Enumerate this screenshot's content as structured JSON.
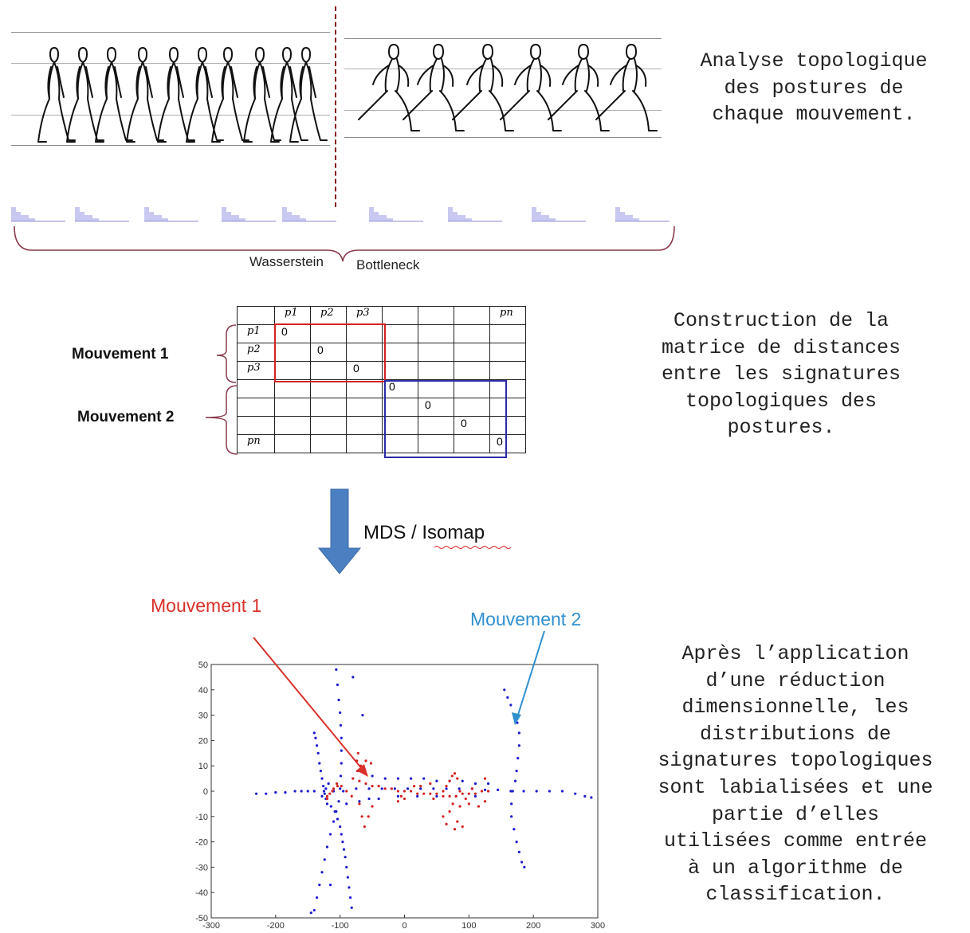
{
  "header": {
    "description": "Analyse topologique des postures de chaque mouvement.",
    "lines": [
      "Analyse topologique",
      "des postures de",
      "chaque mouvement."
    ]
  },
  "brace_labels": {
    "left": "Wasserstein",
    "right": "Bottleneck"
  },
  "matrix_section": {
    "movement_1_label": "Mouvement 1",
    "movement_2_label": "Mouvement 2",
    "column_headers": [
      "",
      "p1",
      "p2",
      "p3",
      "",
      "",
      "",
      "pn"
    ],
    "row_labels": [
      "p1",
      "p2",
      "p3",
      "",
      "",
      "",
      "pn"
    ],
    "diagonal_value": "0",
    "description_lines": [
      "Construction de la",
      "matrice de distances",
      "entre les signatures",
      "topologiques des",
      "postures."
    ]
  },
  "arrow_label": "MDS / Isomap",
  "plot_section": {
    "movement_1_label": "Mouvement 1",
    "movement_2_label": "Mouvement 2",
    "description_lines": [
      "Après l’application",
      "d’une réduction",
      "dimensionnelle, les",
      "distributions de",
      "signatures topologiques",
      "sont labialisées et une",
      "partie d’elles",
      "utilisées comme entrée",
      "à un algorithme de",
      "classification."
    ]
  },
  "colors": {
    "movement_1": "#d9302a",
    "movement_2": "#2f8fcf",
    "matrix_box_1": "#d42020",
    "matrix_box_2": "#2a2aa8",
    "points_blue": "#1a1ad0",
    "points_red": "#d42020",
    "arrow_fill": "#4a7fc1"
  },
  "chart_data": {
    "type": "scatter",
    "xlim": [
      -300,
      300
    ],
    "ylim": [
      -50,
      50
    ],
    "xticks": [
      -300,
      -200,
      -100,
      0,
      100,
      200,
      300
    ],
    "yticks": [
      50,
      40,
      30,
      20,
      10,
      0,
      -10,
      -20,
      -30,
      -40,
      -50
    ],
    "grid": false,
    "series": [
      {
        "name": "Mouvement 2",
        "color": "#1a1ad0",
        "points": [
          [
            -230,
            -1
          ],
          [
            -215,
            -1
          ],
          [
            -200,
            -0.5
          ],
          [
            -185,
            -0.5
          ],
          [
            -170,
            0
          ],
          [
            -160,
            0
          ],
          [
            -150,
            0
          ],
          [
            -140,
            0
          ],
          [
            -125,
            0
          ],
          [
            -110,
            0
          ],
          [
            -95,
            0
          ],
          [
            -75,
            1
          ],
          [
            -55,
            1
          ],
          [
            -35,
            1
          ],
          [
            -15,
            1
          ],
          [
            5,
            1
          ],
          [
            25,
            1
          ],
          [
            45,
            1
          ],
          [
            65,
            1
          ],
          [
            85,
            1
          ],
          [
            105,
            1
          ],
          [
            125,
            0.5
          ],
          [
            145,
            0.5
          ],
          [
            165,
            0
          ],
          [
            185,
            0
          ],
          [
            205,
            0
          ],
          [
            225,
            0
          ],
          [
            245,
            0
          ],
          [
            265,
            -1
          ],
          [
            280,
            -2
          ],
          [
            290,
            -2.5
          ],
          [
            -140,
            23
          ],
          [
            -138,
            21
          ],
          [
            -136,
            18
          ],
          [
            -134,
            15
          ],
          [
            -132,
            11
          ],
          [
            -130,
            8
          ],
          [
            -128,
            5
          ],
          [
            -126,
            2
          ],
          [
            -124,
            -1
          ],
          [
            -122,
            -3
          ],
          [
            -120,
            -5
          ],
          [
            -114,
            -6
          ],
          [
            -108,
            -8
          ],
          [
            -104,
            -11
          ],
          [
            -100,
            -14
          ],
          [
            -98,
            -17
          ],
          [
            -96,
            -20
          ],
          [
            -94,
            -23
          ],
          [
            -92,
            -26
          ],
          [
            -90,
            -30
          ],
          [
            -88,
            -34
          ],
          [
            -86,
            -38
          ],
          [
            -84,
            -42
          ],
          [
            -82,
            -46
          ],
          [
            -106,
            48
          ],
          [
            -104,
            42
          ],
          [
            -102,
            36
          ],
          [
            -100,
            31
          ],
          [
            -99,
            26
          ],
          [
            -98,
            21
          ],
          [
            -98,
            16
          ],
          [
            -98,
            11
          ],
          [
            -99,
            6
          ],
          [
            -100,
            1
          ],
          [
            -102,
            -4
          ],
          [
            -106,
            -8
          ],
          [
            -110,
            -12
          ],
          [
            -115,
            -17
          ],
          [
            -120,
            -22
          ],
          [
            -124,
            -27
          ],
          [
            -128,
            -32
          ],
          [
            -132,
            -37
          ],
          [
            -136,
            -42
          ],
          [
            -140,
            -47
          ],
          [
            -145,
            -48
          ],
          [
            155,
            40
          ],
          [
            160,
            37
          ],
          [
            165,
            34
          ],
          [
            170,
            30
          ],
          [
            175,
            27
          ],
          [
            178,
            23
          ],
          [
            178,
            18
          ],
          [
            176,
            13
          ],
          [
            174,
            8
          ],
          [
            172,
            4
          ],
          [
            168,
            0
          ],
          [
            166,
            -5
          ],
          [
            166,
            -10
          ],
          [
            170,
            -15
          ],
          [
            174,
            -20
          ],
          [
            178,
            -24
          ],
          [
            182,
            -28
          ],
          [
            186,
            -30
          ],
          [
            -128,
            -2
          ],
          [
            -122,
            1
          ],
          [
            -118,
            3
          ],
          [
            -70,
            8
          ],
          [
            -50,
            6
          ],
          [
            -30,
            5
          ],
          [
            -10,
            5
          ],
          [
            10,
            5
          ],
          [
            30,
            5
          ],
          [
            50,
            4
          ],
          [
            70,
            4
          ],
          [
            90,
            4
          ],
          [
            110,
            3
          ],
          [
            130,
            3
          ],
          [
            -90,
            -5
          ],
          [
            -70,
            -4
          ],
          [
            -40,
            -3
          ],
          [
            -10,
            -2
          ],
          [
            20,
            -2
          ],
          [
            50,
            -2
          ],
          [
            80,
            -2
          ],
          [
            110,
            -2
          ],
          [
            -80,
            45
          ],
          [
            -115,
            -37
          ],
          [
            -55,
            -3
          ],
          [
            -65,
            30
          ]
        ]
      },
      {
        "name": "Mouvement 1",
        "color": "#d42020",
        "points": [
          [
            -120,
            -3
          ],
          [
            -112,
            0
          ],
          [
            -105,
            3
          ],
          [
            -98,
            2
          ],
          [
            -90,
            0
          ],
          [
            -82,
            -2
          ],
          [
            -80,
            5
          ],
          [
            -70,
            4
          ],
          [
            -60,
            3
          ],
          [
            -50,
            2
          ],
          [
            -40,
            2
          ],
          [
            -30,
            1
          ],
          [
            -20,
            1
          ],
          [
            -10,
            0
          ],
          [
            0,
            0
          ],
          [
            10,
            0
          ],
          [
            20,
            -1
          ],
          [
            30,
            -1
          ],
          [
            40,
            -1
          ],
          [
            50,
            -1
          ],
          [
            60,
            -2
          ],
          [
            70,
            -2
          ],
          [
            80,
            -2
          ],
          [
            90,
            -1
          ],
          [
            100,
            -1
          ],
          [
            110,
            -1
          ],
          [
            120,
            0
          ],
          [
            130,
            0
          ],
          [
            -72,
            15
          ],
          [
            -74,
            12
          ],
          [
            -73,
            8
          ],
          [
            -68,
            10
          ],
          [
            -60,
            12
          ],
          [
            -52,
            11
          ],
          [
            -70,
            -5
          ],
          [
            -66,
            -10
          ],
          [
            -62,
            -14
          ],
          [
            -56,
            -10
          ],
          [
            -50,
            -6
          ],
          [
            60,
            -10
          ],
          [
            65,
            -13
          ],
          [
            70,
            -8
          ],
          [
            75,
            -5
          ],
          [
            78,
            -15
          ],
          [
            82,
            -12
          ],
          [
            86,
            -6
          ],
          [
            90,
            -14
          ],
          [
            95,
            -3
          ],
          [
            100,
            -5
          ],
          [
            105,
            1
          ],
          [
            115,
            -6
          ],
          [
            125,
            -4
          ],
          [
            125,
            5
          ],
          [
            70,
            4
          ],
          [
            74,
            6
          ],
          [
            78,
            7
          ],
          [
            82,
            5
          ],
          [
            86,
            0
          ],
          [
            60,
            0
          ],
          [
            65,
            2
          ],
          [
            -120,
            -2
          ],
          [
            -116,
            -1
          ],
          [
            -110,
            1
          ],
          [
            -104,
            2
          ],
          [
            0,
            -3
          ],
          [
            -5,
            -2
          ],
          [
            -10,
            -4
          ],
          [
            15,
            2
          ],
          [
            25,
            2
          ],
          [
            40,
            3
          ],
          [
            45,
            -3
          ]
        ]
      }
    ]
  }
}
